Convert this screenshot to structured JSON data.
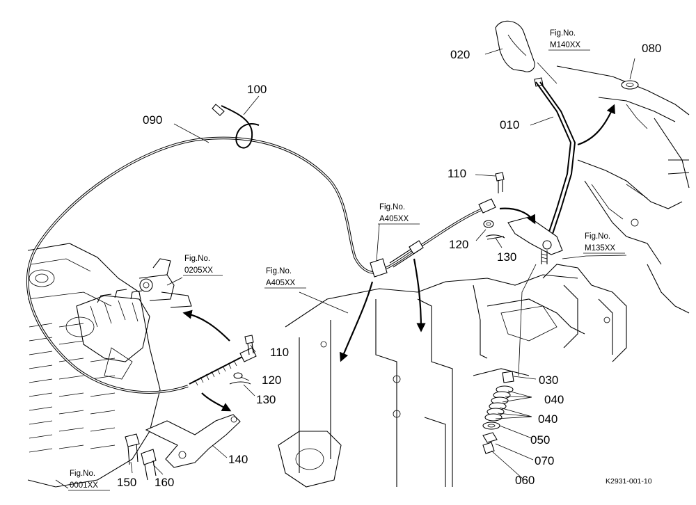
{
  "diagram": {
    "part_labels": {
      "p010": "010",
      "p020": "020",
      "p030": "030",
      "p040a": "040",
      "p040b": "040",
      "p050": "050",
      "p060": "060",
      "p070": "070",
      "p080": "080",
      "p090": "090",
      "p100": "100",
      "p110a": "110",
      "p110b": "110",
      "p120a": "120",
      "p120b": "120",
      "p130a": "130",
      "p130b": "130",
      "p140": "140",
      "p150": "150",
      "p160": "160"
    },
    "figure_refs": {
      "m140": {
        "line1": "Fig.No.",
        "line2": "M140XX"
      },
      "a405_top": {
        "line1": "Fig.No.",
        "line2": "A405XX"
      },
      "a405_left": {
        "line1": "Fig.No.",
        "line2": "A405XX"
      },
      "f0205": {
        "line1": "Fig.No.",
        "line2": "0205XX"
      },
      "m135": {
        "line1": "Fig.No.",
        "line2": "M135XX"
      },
      "f0001": {
        "line1": "Fig.No.",
        "line2": "0001XX"
      }
    },
    "drawing_code": "K2931-001-10"
  }
}
